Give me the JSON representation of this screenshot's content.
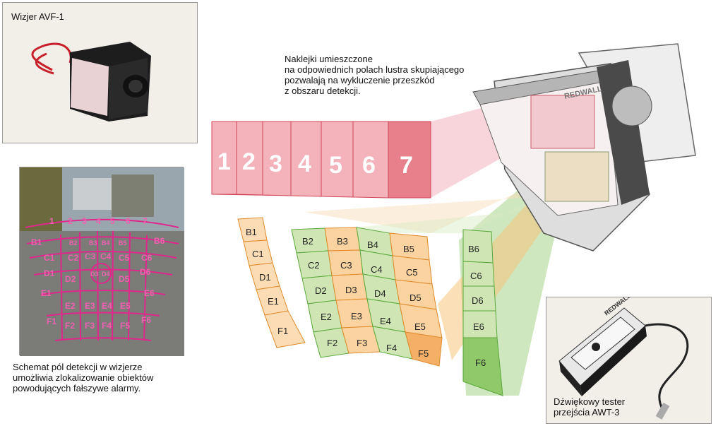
{
  "viewer_panel": {
    "title": "Wizjer AVF-1"
  },
  "note": {
    "line1": "Naklejki umieszczone",
    "line2": "na odpowiednich polach lustra skupiającego",
    "line3": "pozwalają na wykluczenie przeszkód",
    "line4": "z obszaru detekcji."
  },
  "schema_caption": {
    "line1": "Schemat pól detekcji w wizjerze",
    "line2": "umożliwia zlokalizowanie obiektów",
    "line3": "powodujących fałszywe alarmy."
  },
  "tester_panel": {
    "line1": "Dźwiękowy tester",
    "line2": "przejścia AWT-3"
  },
  "sensor_brand": "REDWALL",
  "tester_brand": "REDWALL",
  "top_zones": [
    "1",
    "2",
    "3",
    "4",
    "5",
    "6",
    "7"
  ],
  "grid_overlay": {
    "top": [
      "1",
      "2",
      "3",
      "4",
      "5",
      "6",
      "7"
    ],
    "row_b": [
      "B1",
      "B2",
      "B3",
      "B4",
      "B5",
      "B6"
    ],
    "row_c": [
      "C1",
      "C2",
      "C3",
      "C4",
      "C5",
      "C6"
    ],
    "row_d": [
      "D1",
      "D2",
      "D3",
      "D4",
      "D5",
      "D6"
    ],
    "row_e": [
      "E1",
      "E2",
      "E3",
      "E4",
      "E5",
      "E6"
    ],
    "row_f": [
      "F1",
      "F2",
      "F3",
      "F4",
      "F5",
      "F6"
    ]
  },
  "left_column": [
    "B1",
    "C1",
    "D1",
    "E1",
    "F1"
  ],
  "mid_col_a": [
    "B2",
    "C2",
    "D2",
    "E2",
    "F2"
  ],
  "mid_col_b": [
    "B3",
    "C3",
    "D3",
    "E3",
    "F3"
  ],
  "mid_col_c": [
    "B4",
    "C4",
    "D4",
    "E4",
    "F4"
  ],
  "mid_col_d": [
    "B5",
    "C5",
    "D5",
    "E5",
    "F5"
  ],
  "right_column": [
    "B6",
    "C6",
    "D6",
    "E6",
    "F6"
  ],
  "colors": {
    "red": "#e8808c",
    "redDark": "#c43a4c",
    "orange": "#f7c98a",
    "orangeDark": "#e08a2a",
    "green": "#b7d98f",
    "greenDark": "#5aa83a",
    "pink": "#e0288c"
  }
}
